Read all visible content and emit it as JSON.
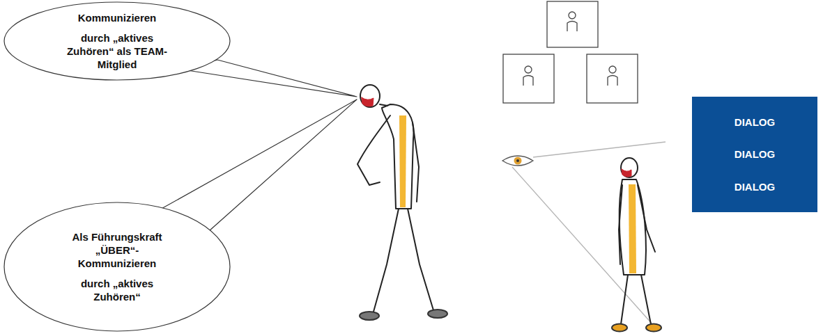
{
  "diagram": {
    "nodes": [
      {
        "text": [
          "Kommunizieren",
          "durch „aktives Zuhören“ als TEAM-Mitglied"
        ]
      },
      {
        "text": [
          "Als Führungskraft „ÜBER“-Kommunizieren",
          "durch „aktives Zuhören“"
        ]
      },
      {
        "text": [
          "DIALOG",
          "DIALOG",
          "DIALOG"
        ]
      }
    ]
  }
}
